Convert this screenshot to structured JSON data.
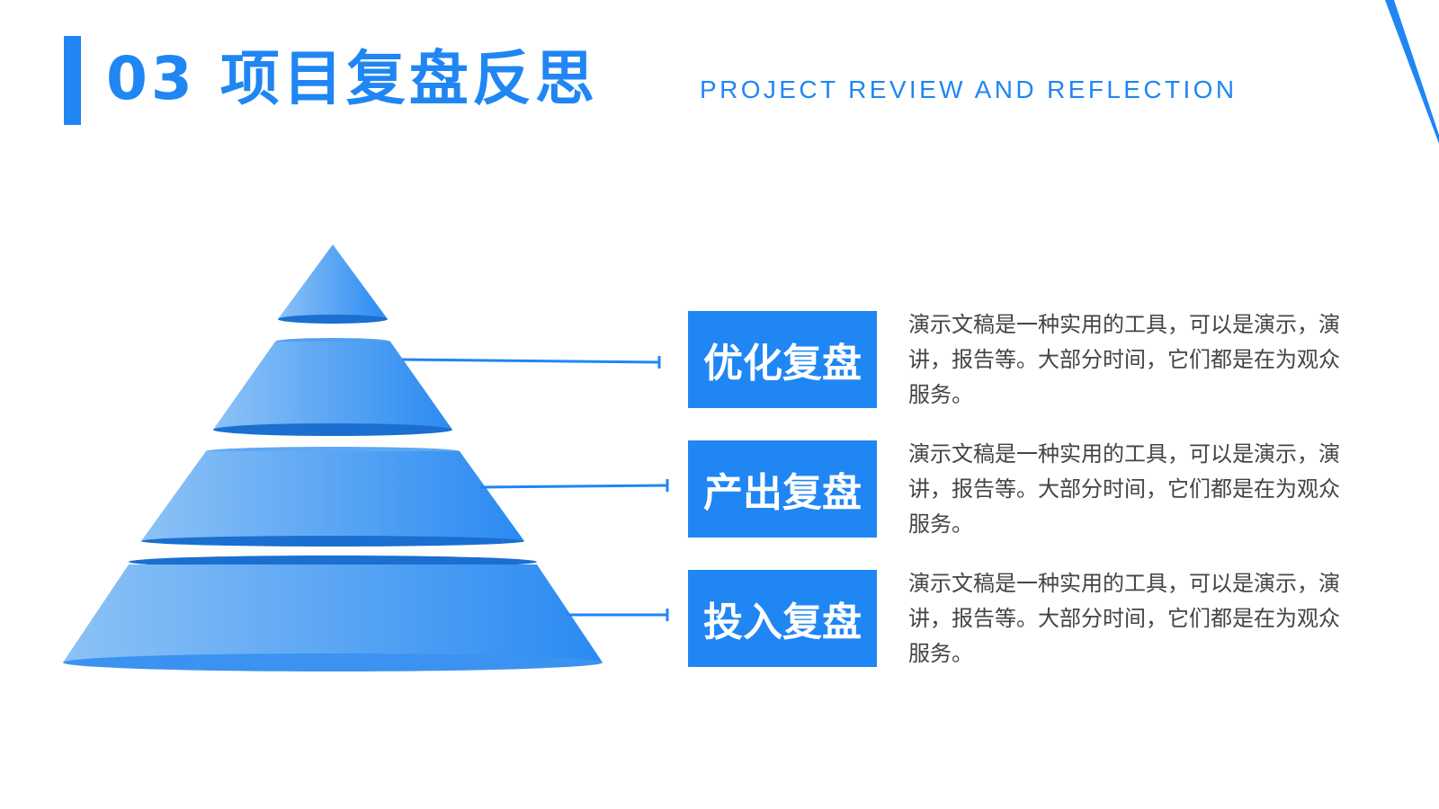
{
  "header": {
    "title": "03 项目复盘反思",
    "subtitle": "PROJECT REVIEW AND REFLECTION"
  },
  "colors": {
    "primary": "#1f86f3",
    "gradient_light": "#8cc2f6",
    "gradient_dark": "#2a8af2",
    "rim": "#1a6fd0",
    "text": "#444444",
    "background": "#ffffff"
  },
  "tiers": [
    {
      "label": "优化复盘",
      "description": "演示文稿是一种实用的工具，可以是演示，演讲，报告等。大部分时间，它们都是在为观众服务。"
    },
    {
      "label": "产出复盘",
      "description": "演示文稿是一种实用的工具，可以是演示，演讲，报告等。大部分时间，它们都是在为观众服务。"
    },
    {
      "label": "投入复盘",
      "description": "演示文稿是一种实用的工具，可以是演示，演讲，报告等。大部分时间，它们都是在为观众服务。"
    }
  ]
}
